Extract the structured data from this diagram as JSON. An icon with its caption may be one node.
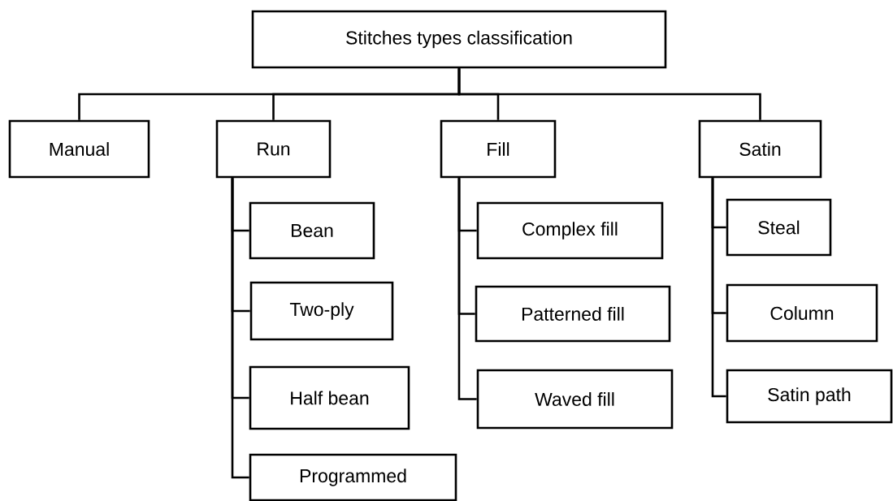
{
  "diagram": {
    "nodes": [
      {
        "text": [
          "Stitches types classification"
        ]
      },
      {
        "text": [
          "Manual"
        ]
      },
      {
        "text": [
          "Run"
        ]
      },
      {
        "text": [
          "Fill"
        ]
      },
      {
        "text": [
          "Satin"
        ]
      },
      {
        "text": [
          "Bean"
        ]
      },
      {
        "text": [
          "Two-ply"
        ]
      },
      {
        "text": [
          "Half bean"
        ]
      },
      {
        "text": [
          "Programmed"
        ]
      },
      {
        "text": [
          "Complex fill"
        ]
      },
      {
        "text": [
          "Patterned fill"
        ]
      },
      {
        "text": [
          "Waved fill"
        ]
      },
      {
        "text": [
          "Steal"
        ]
      },
      {
        "text": [
          "Column"
        ]
      },
      {
        "text": [
          "Satin path"
        ]
      }
    ],
    "edges": [
      {
        "from": 0,
        "to": 1,
        "arrow": "none"
      },
      {
        "from": 0,
        "to": 2,
        "arrow": "none"
      },
      {
        "from": 0,
        "to": 3,
        "arrow": "none"
      },
      {
        "from": 0,
        "to": 4,
        "arrow": "none"
      },
      {
        "from": 2,
        "to": 5,
        "arrow": "none"
      },
      {
        "from": 2,
        "to": 6,
        "arrow": "none"
      },
      {
        "from": 2,
        "to": 7,
        "arrow": "none"
      },
      {
        "from": 2,
        "to": 8,
        "arrow": "none"
      },
      {
        "from": 3,
        "to": 9,
        "arrow": "none"
      },
      {
        "from": 3,
        "to": 10,
        "arrow": "none"
      },
      {
        "from": 3,
        "to": 11,
        "arrow": "none"
      },
      {
        "from": 4,
        "to": 12,
        "arrow": "none"
      },
      {
        "from": 4,
        "to": 13,
        "arrow": "none"
      },
      {
        "from": 4,
        "to": 14,
        "arrow": "none"
      }
    ]
  }
}
